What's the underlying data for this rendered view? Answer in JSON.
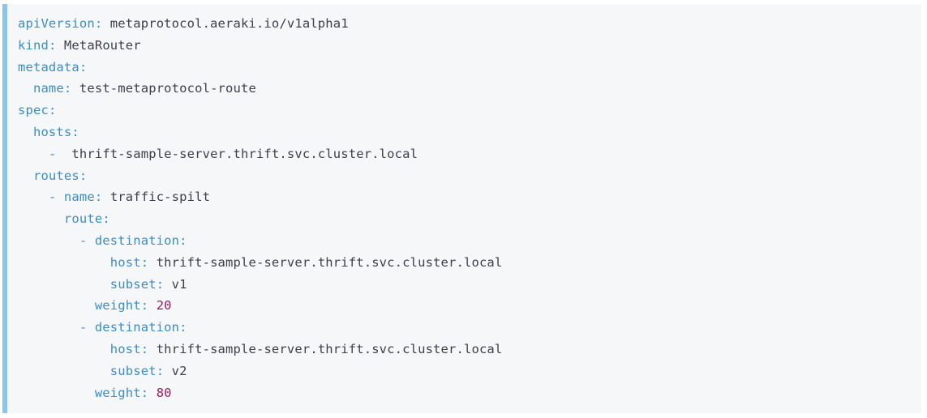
{
  "block": {
    "language": "yaml",
    "accent_bar_color": "#88c6f0",
    "background_color": "#f6f7f9",
    "key_color": "#3b8dc4",
    "value_color": "#3c4049",
    "number_color": "#9b1c5e"
  },
  "lines": [
    {
      "indent": "",
      "dash": "",
      "key": "apiVersion",
      "colon": ":",
      "value": "metaprotocol.aeraki.io/v1alpha1",
      "type": "string"
    },
    {
      "indent": "",
      "dash": "",
      "key": "kind",
      "colon": ":",
      "value": "MetaRouter",
      "type": "string"
    },
    {
      "indent": "",
      "dash": "",
      "key": "metadata",
      "colon": ":",
      "value": "",
      "type": "none"
    },
    {
      "indent": "  ",
      "dash": "",
      "key": "name",
      "colon": ":",
      "value": "test-metaprotocol-route",
      "type": "string"
    },
    {
      "indent": "",
      "dash": "",
      "key": "spec",
      "colon": ":",
      "value": "",
      "type": "none"
    },
    {
      "indent": "  ",
      "dash": "",
      "key": "hosts",
      "colon": ":",
      "value": "",
      "type": "none"
    },
    {
      "indent": "    ",
      "dash": "-",
      "key": "",
      "colon": "",
      "value": "thrift-sample-server.thrift.svc.cluster.local",
      "type": "string"
    },
    {
      "indent": "  ",
      "dash": "",
      "key": "routes",
      "colon": ":",
      "value": "",
      "type": "none"
    },
    {
      "indent": "    ",
      "dash": "-",
      "key": "name",
      "colon": ":",
      "value": "traffic-spilt",
      "type": "string"
    },
    {
      "indent": "      ",
      "dash": "",
      "key": "route",
      "colon": ":",
      "value": "",
      "type": "none"
    },
    {
      "indent": "        ",
      "dash": "-",
      "key": "destination",
      "colon": ":",
      "value": "",
      "type": "none"
    },
    {
      "indent": "            ",
      "dash": "",
      "key": "host",
      "colon": ":",
      "value": "thrift-sample-server.thrift.svc.cluster.local",
      "type": "string"
    },
    {
      "indent": "            ",
      "dash": "",
      "key": "subset",
      "colon": ":",
      "value": "v1",
      "type": "string"
    },
    {
      "indent": "          ",
      "dash": "",
      "key": "weight",
      "colon": ":",
      "value": "20",
      "type": "number"
    },
    {
      "indent": "        ",
      "dash": "-",
      "key": "destination",
      "colon": ":",
      "value": "",
      "type": "none"
    },
    {
      "indent": "            ",
      "dash": "",
      "key": "host",
      "colon": ":",
      "value": "thrift-sample-server.thrift.svc.cluster.local",
      "type": "string"
    },
    {
      "indent": "            ",
      "dash": "",
      "key": "subset",
      "colon": ":",
      "value": "v2",
      "type": "string"
    },
    {
      "indent": "          ",
      "dash": "",
      "key": "weight",
      "colon": ":",
      "value": "80",
      "type": "number"
    }
  ]
}
